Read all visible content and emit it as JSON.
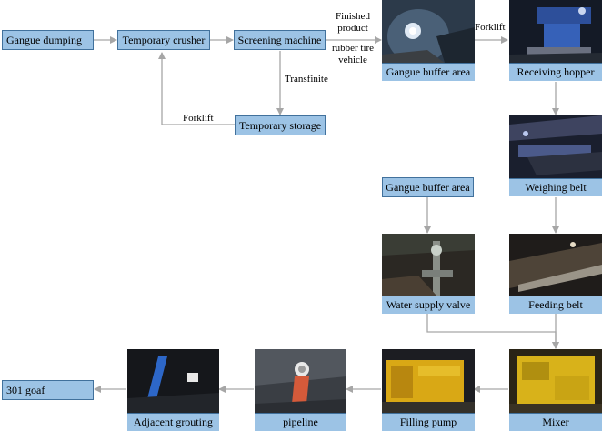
{
  "diagram": {
    "nodes": {
      "gangue_dumping": "Gangue dumping",
      "temporary_crusher": "Temporary crusher",
      "screening_machine": "Screening machine",
      "temporary_storage": "Temporary storage",
      "gangue_buffer_area_photo": "Gangue buffer area",
      "receiving_hopper": "Receiving hopper",
      "weighing_belt": "Weighing belt",
      "gangue_buffer_area_box": "Gangue buffer area",
      "water_supply_valve": "Water supply valve",
      "feeding_belt": "Feeding belt",
      "mixer": "Mixer",
      "filling_pump": "Filling pump",
      "pipeline": "pipeline",
      "adjacent_grouting": "Adjacent grouting",
      "goaf_301": "301 goaf"
    },
    "edge_labels": {
      "finished_product_line1": "Finished",
      "finished_product_line2": "product",
      "rubber_tire_line1": "rubber tire",
      "rubber_tire_line2": "vehicle",
      "forklift_top": "Forklift",
      "transfinite": "Transfinite",
      "forklift_return": "Forklift"
    },
    "colors": {
      "box_fill": "#9cc3e5",
      "box_border": "#41719c",
      "arrow": "#a6a6a6"
    }
  }
}
